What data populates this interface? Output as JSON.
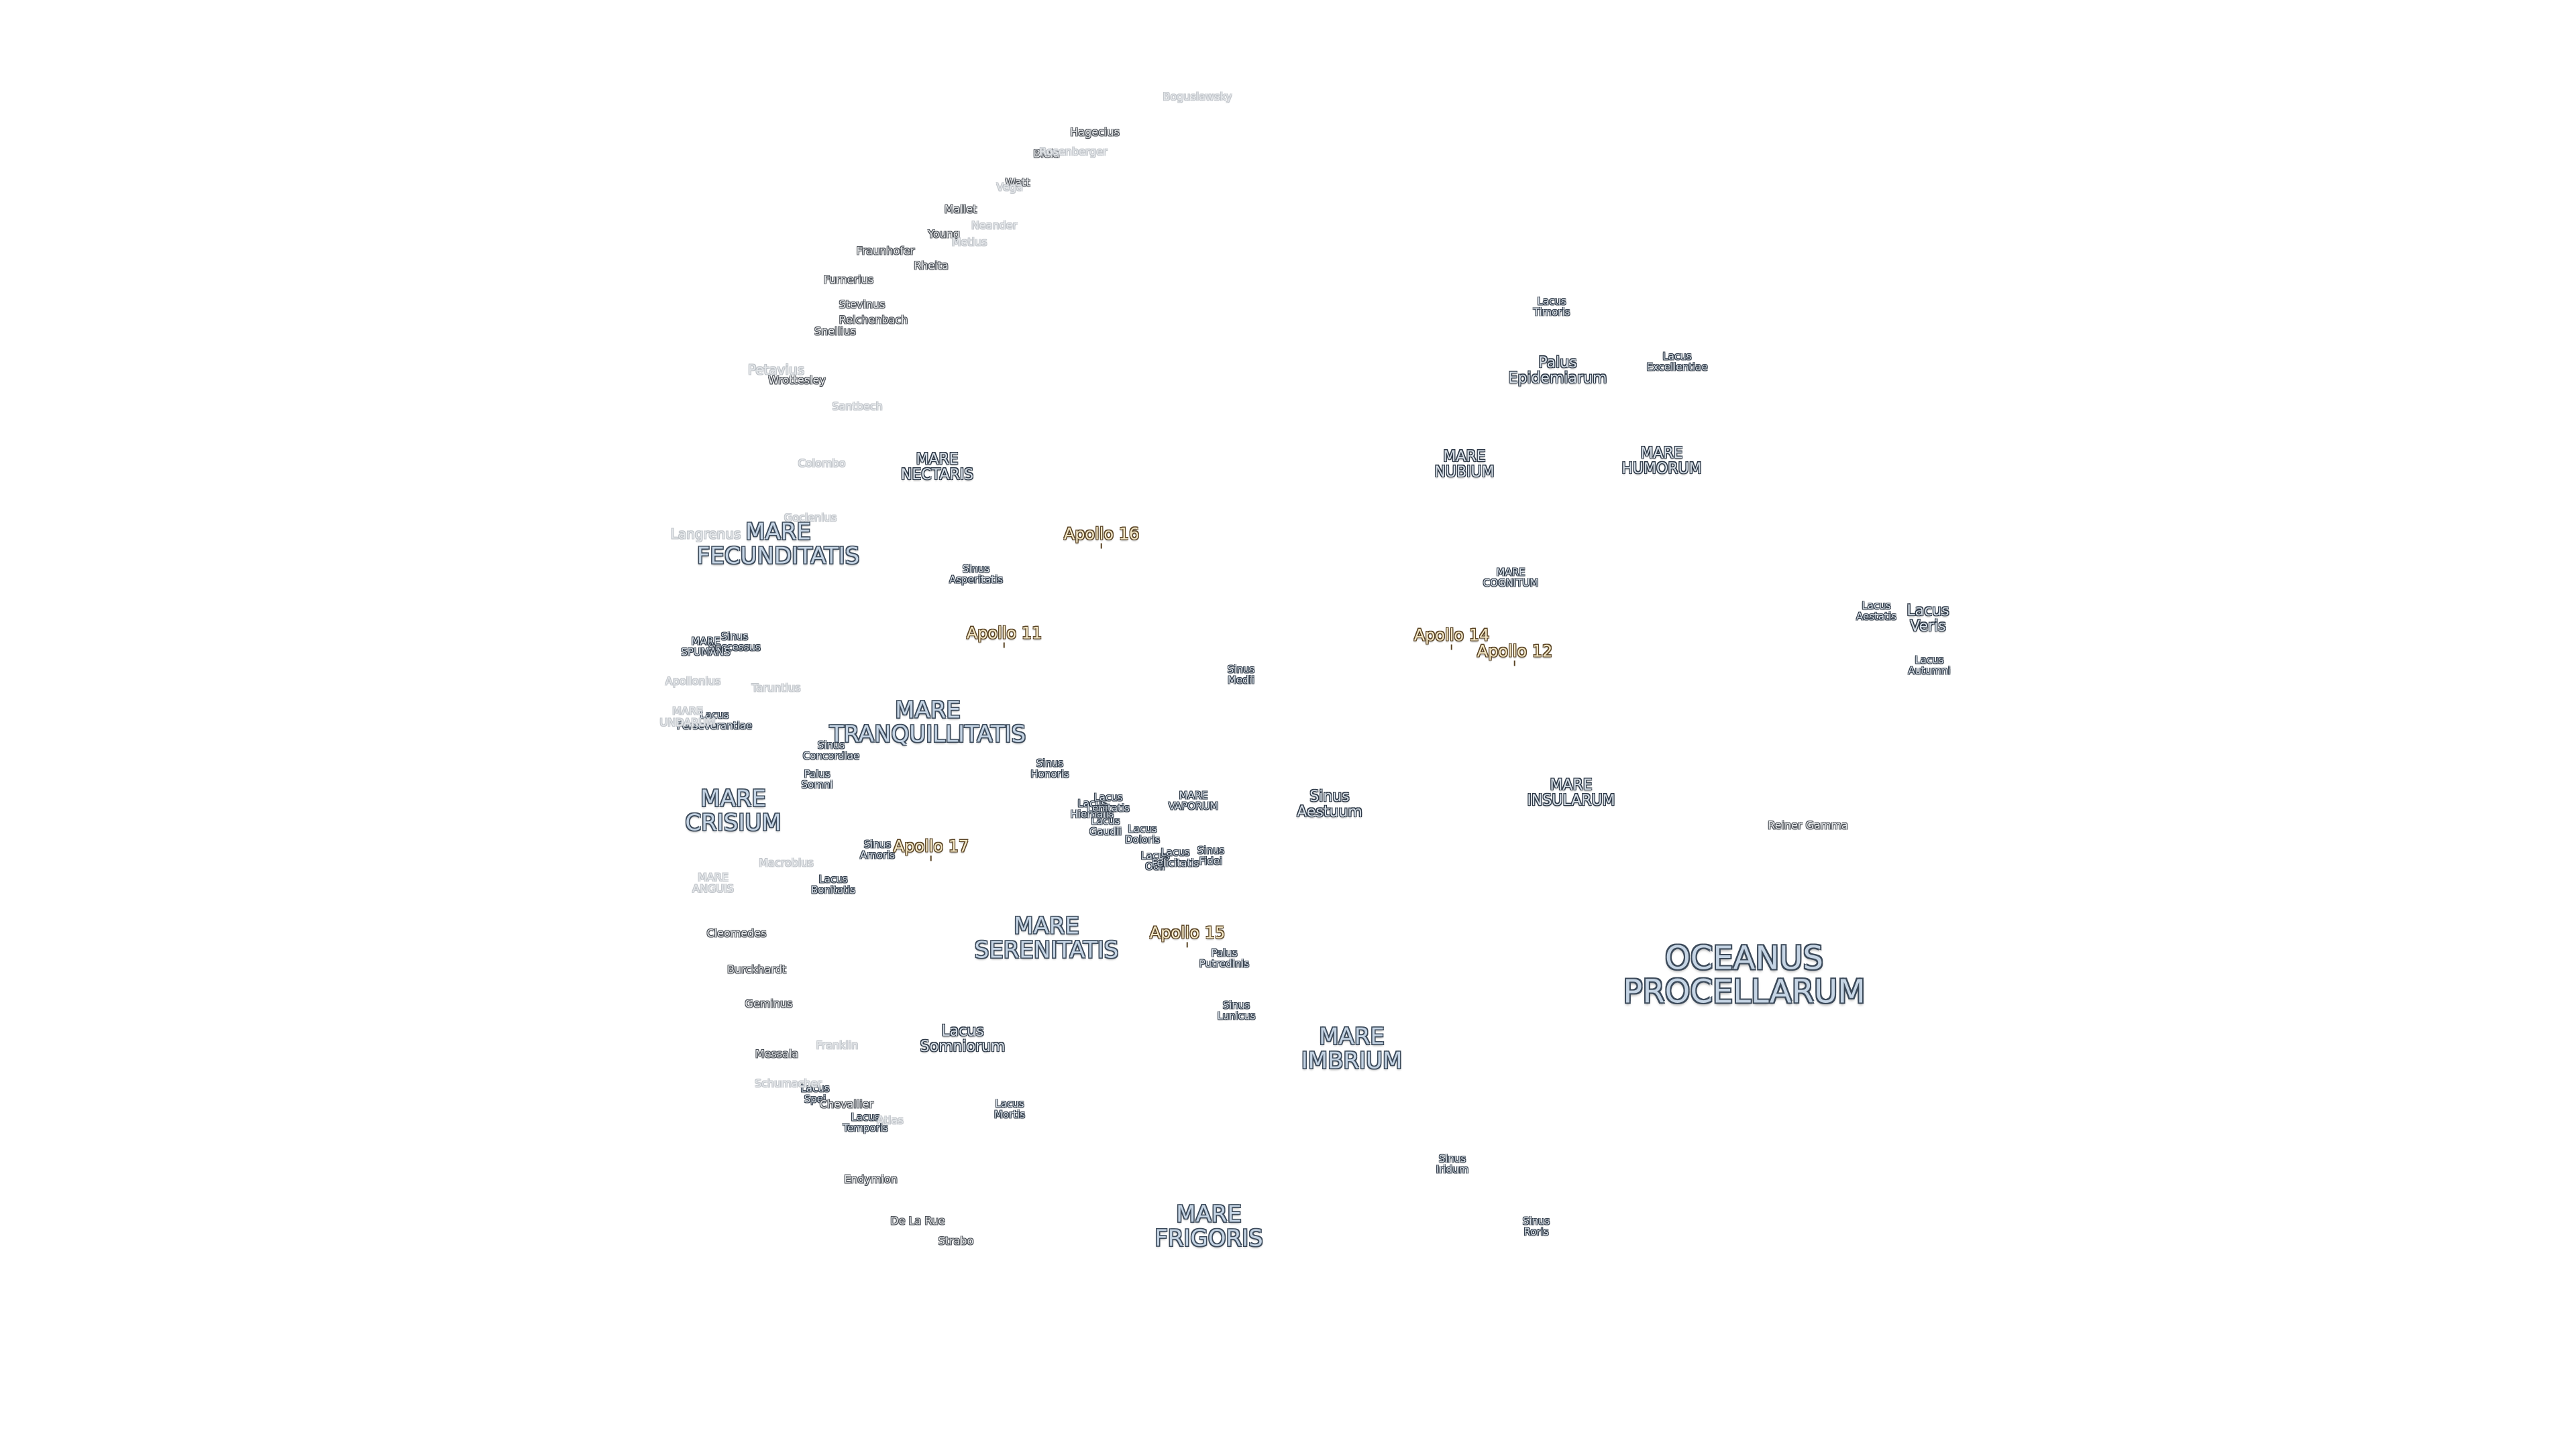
{
  "colors": {
    "background": "#ffffff",
    "mare_fill": "#c5d4e4",
    "mare_outline": "#3c4a5a",
    "apollo_fill": "#f3e7c6",
    "apollo_outline": "#5a4425",
    "crater_fill": "#e6e8ea",
    "faint_outline": "#c2c6cb"
  },
  "labels": [
    {
      "id": "oceanus-procellarum",
      "cat": "ocean",
      "text": "OCEANUS\nPROCELLARUM"
    },
    {
      "id": "mare-imbrium",
      "cat": "mare",
      "text": "MARE\nIMBRIUM"
    },
    {
      "id": "mare-frigoris",
      "cat": "mare",
      "text": "MARE\nFRIGORIS"
    },
    {
      "id": "mare-serenitatis",
      "cat": "mare",
      "text": "MARE\nSERENITATIS"
    },
    {
      "id": "mare-tranquillitatis",
      "cat": "mare",
      "text": "MARE\nTRANQUILLITATIS"
    },
    {
      "id": "mare-crisium",
      "cat": "mare",
      "text": "MARE\nCRISIUM"
    },
    {
      "id": "mare-fecunditatis",
      "cat": "mare",
      "text": "MARE\nFECUNDITATIS"
    },
    {
      "id": "mare-nectaris",
      "cat": "lacus",
      "text": "MARE\nNECTARIS"
    },
    {
      "id": "mare-nubium",
      "cat": "lacus",
      "text": "MARE\nNUBIUM"
    },
    {
      "id": "mare-humorum",
      "cat": "lacus",
      "text": "MARE\nHUMORUM"
    },
    {
      "id": "mare-insularum",
      "cat": "lacus",
      "text": "MARE\nINSULARUM"
    },
    {
      "id": "mare-vaporum",
      "cat": "small",
      "text": "MARE\nVAPORUM"
    },
    {
      "id": "mare-cognitum",
      "cat": "small",
      "text": "MARE\nCOGNITUM"
    },
    {
      "id": "lacus-somniorum",
      "cat": "lacus",
      "text": "Lacus\nSomniorum"
    },
    {
      "id": "lacus-veris",
      "cat": "lacus",
      "text": "Lacus\nVeris"
    },
    {
      "id": "sinus-aestuum",
      "cat": "lacus",
      "text": "Sinus\nAestuum"
    },
    {
      "id": "sinus-medii",
      "cat": "small",
      "text": "Sinus\nMedii"
    },
    {
      "id": "sinus-iridum",
      "cat": "small",
      "text": "Sinus\nIridum"
    },
    {
      "id": "sinus-roris",
      "cat": "small",
      "text": "Sinus\nRoris"
    },
    {
      "id": "sinus-asperitatis",
      "cat": "small",
      "text": "Sinus\nAsperitatis"
    },
    {
      "id": "sinus-amoris",
      "cat": "small",
      "text": "Sinus\nAmoris"
    },
    {
      "id": "sinus-concordiae",
      "cat": "small",
      "text": "Sinus\nConcordiae"
    },
    {
      "id": "sinus-successus",
      "cat": "small",
      "text": "Sinus\nSuccessus"
    },
    {
      "id": "sinus-honoris",
      "cat": "small",
      "text": "Sinus\nHonoris"
    },
    {
      "id": "sinus-lunicus",
      "cat": "small",
      "text": "Sinus\nLunicus"
    },
    {
      "id": "sinus-fidei",
      "cat": "small",
      "text": "Sinus\nFidei"
    },
    {
      "id": "palus-epidemiarum",
      "cat": "lacus",
      "text": "Palus\nEpidemiarum"
    },
    {
      "id": "palus-putredinis",
      "cat": "small",
      "text": "Palus\nPutredinis"
    },
    {
      "id": "palus-somni",
      "cat": "small",
      "text": "Palus\nSomni"
    },
    {
      "id": "lacus-timoris",
      "cat": "small",
      "text": "Lacus\nTimoris"
    },
    {
      "id": "lacus-excellentiae",
      "cat": "small",
      "text": "Lacus\nExcellentiae"
    },
    {
      "id": "lacus-autumni",
      "cat": "small",
      "text": "Lacus\nAutumni"
    },
    {
      "id": "lacus-aestatis",
      "cat": "small",
      "text": "Lacus\nAestatis"
    },
    {
      "id": "lacus-mortis",
      "cat": "small",
      "text": "Lacus\nMortis"
    },
    {
      "id": "lacus-temporis",
      "cat": "small",
      "text": "Lacus\nTemporis"
    },
    {
      "id": "lacus-bonitatis",
      "cat": "small",
      "text": "Lacus\nBonitatis"
    },
    {
      "id": "lacus-perseverantiae",
      "cat": "small",
      "text": "Lacus\nPerseverantiae"
    },
    {
      "id": "lacus-doloris",
      "cat": "small",
      "text": "Lacus\nDoloris"
    },
    {
      "id": "lacus-gaudii",
      "cat": "small",
      "text": "Lacus\nGaudii"
    },
    {
      "id": "lacus-odii",
      "cat": "small",
      "text": "Lacus\nOdii"
    },
    {
      "id": "lacus-hiemalis",
      "cat": "small",
      "text": "Lacus\nHiemalis"
    },
    {
      "id": "lacus-lenitatis",
      "cat": "small",
      "text": "Lacus\nLenitatis"
    },
    {
      "id": "lacus-felicitatis",
      "cat": "small",
      "text": "Lacus\nFelicitatis"
    },
    {
      "id": "lacus-spei",
      "cat": "small",
      "text": "Lacus\nSpei"
    },
    {
      "id": "mare-spumans",
      "cat": "small",
      "text": "MARE\nSPUMANS"
    },
    {
      "id": "mare-anguis",
      "cat": "faint",
      "text": "MARE\nANGUIS"
    },
    {
      "id": "mare-undarum",
      "cat": "faint",
      "text": "MARE\nUNDARUM"
    },
    {
      "id": "apollo-11",
      "cat": "apollo",
      "text": "Apollo 11"
    },
    {
      "id": "apollo-12",
      "cat": "apollo",
      "text": "Apollo 12"
    },
    {
      "id": "apollo-14",
      "cat": "apollo",
      "text": "Apollo 14"
    },
    {
      "id": "apollo-15",
      "cat": "apollo",
      "text": "Apollo 15"
    },
    {
      "id": "apollo-16",
      "cat": "apollo",
      "text": "Apollo 16"
    },
    {
      "id": "apollo-17",
      "cat": "apollo",
      "text": "Apollo 17"
    },
    {
      "id": "reiner-gamma",
      "cat": "crater",
      "text": "Reiner Gamma"
    },
    {
      "id": "cleomedes",
      "cat": "crater",
      "text": "Cleomedes"
    },
    {
      "id": "burckhardt",
      "cat": "crater",
      "text": "Burckhardt"
    },
    {
      "id": "geminus",
      "cat": "crater",
      "text": "Geminus"
    },
    {
      "id": "messala",
      "cat": "crater",
      "text": "Messala"
    },
    {
      "id": "chevallier",
      "cat": "crater",
      "text": "Chevallier"
    },
    {
      "id": "endymion",
      "cat": "crater",
      "text": "Endymion"
    },
    {
      "id": "de-la-rue",
      "cat": "crater",
      "text": "De La Rue"
    },
    {
      "id": "strabo",
      "cat": "crater",
      "text": "Strabo"
    },
    {
      "id": "furnerius",
      "cat": "crater",
      "text": "Furnerius"
    },
    {
      "id": "stevinus",
      "cat": "crater",
      "text": "Stevinus"
    },
    {
      "id": "reichenbach",
      "cat": "crater",
      "text": "Reichenbach"
    },
    {
      "id": "snellius",
      "cat": "crater",
      "text": "Snellius"
    },
    {
      "id": "wrottesley",
      "cat": "crater",
      "text": "Wrottesley"
    },
    {
      "id": "fraunhofer",
      "cat": "crater",
      "text": "Fraunhofer"
    },
    {
      "id": "young",
      "cat": "crater",
      "text": "Young"
    },
    {
      "id": "mallet",
      "cat": "crater",
      "text": "Mallet"
    },
    {
      "id": "hagecius",
      "cat": "crater",
      "text": "Hagecius"
    },
    {
      "id": "biela",
      "cat": "crater",
      "text": "Biela"
    },
    {
      "id": "watt",
      "cat": "crater",
      "text": "Watt"
    },
    {
      "id": "rheita",
      "cat": "crater",
      "text": "Rheita"
    },
    {
      "id": "macrobius",
      "cat": "faint",
      "text": "Macrobius"
    },
    {
      "id": "taruntius",
      "cat": "faint",
      "text": "Taruntius"
    },
    {
      "id": "apollonius",
      "cat": "faint",
      "text": "Apollonius"
    },
    {
      "id": "langrenus",
      "cat": "faint-lg",
      "text": "Langrenus"
    },
    {
      "id": "petavius",
      "cat": "faint-lg",
      "text": "Petavius"
    },
    {
      "id": "colombo",
      "cat": "faint",
      "text": "Colombo"
    },
    {
      "id": "goclenius",
      "cat": "faint",
      "text": "Goclenius"
    },
    {
      "id": "santbech",
      "cat": "faint",
      "text": "Santbech"
    },
    {
      "id": "franklin",
      "cat": "faint",
      "text": "Franklin"
    },
    {
      "id": "schumacher",
      "cat": "faint",
      "text": "Schumacher"
    },
    {
      "id": "atlas",
      "cat": "faint",
      "text": "Atlas"
    },
    {
      "id": "boguslawsky",
      "cat": "faint",
      "text": "Boguslawsky"
    },
    {
      "id": "rosenberger",
      "cat": "faint",
      "text": "Rosenberger"
    },
    {
      "id": "neander",
      "cat": "faint",
      "text": "Neander"
    },
    {
      "id": "metius",
      "cat": "faint",
      "text": "Metius"
    },
    {
      "id": "vega",
      "cat": "faint",
      "text": "Vega"
    }
  ]
}
